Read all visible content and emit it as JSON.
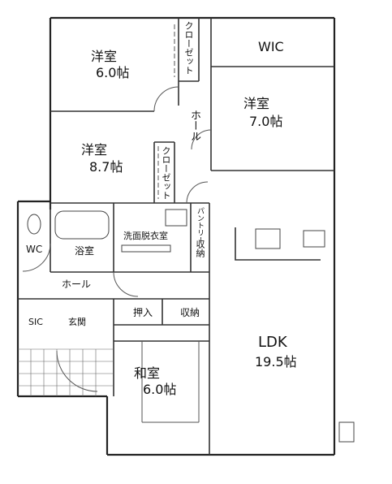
{
  "rooms": {
    "western_1": {
      "name": "洋室",
      "size": "6.0帖"
    },
    "western_2": {
      "name": "洋室",
      "size": "8.7帖"
    },
    "western_3": {
      "name": "洋室",
      "size": "7.0帖"
    },
    "wic": "WIC",
    "closet_1": "クローゼット",
    "closet_2": "クローゼット",
    "hall_upper": "ホール",
    "hall_lower": "ホール",
    "pantry": "パントリー",
    "wc": "WC",
    "bath": "浴室",
    "washroom": "洗面脱衣室",
    "storage_side": "収納",
    "oshiire": "押入",
    "storage": "収納",
    "sic": "SIC",
    "entrance": "玄関",
    "japanese": {
      "name": "和室",
      "size": "6.0帖"
    },
    "ldk": {
      "name": "LDK",
      "size": "19.5帖"
    }
  }
}
